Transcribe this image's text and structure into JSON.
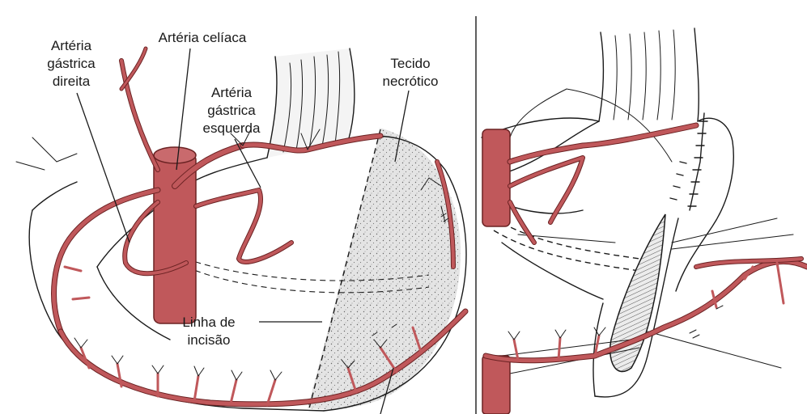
{
  "labels": {
    "right_gastric": [
      "Artéria",
      "gástrica",
      "direita"
    ],
    "celiac": "Artéria celíaca",
    "left_gastric": [
      "Artéria",
      "gástrica",
      "esquerda"
    ],
    "necrotic": [
      "Tecido",
      "necrótico"
    ],
    "incision": [
      "Linha de",
      "incisão"
    ]
  },
  "colors": {
    "vessel": "#c0585b",
    "vessel_outline": "#6b2223",
    "necrotic_fill": "#dcdcdc",
    "line": "#1a1a1a"
  },
  "icons": {
    "stipple": "stipple-texture",
    "sutures": "suture-stitches"
  }
}
